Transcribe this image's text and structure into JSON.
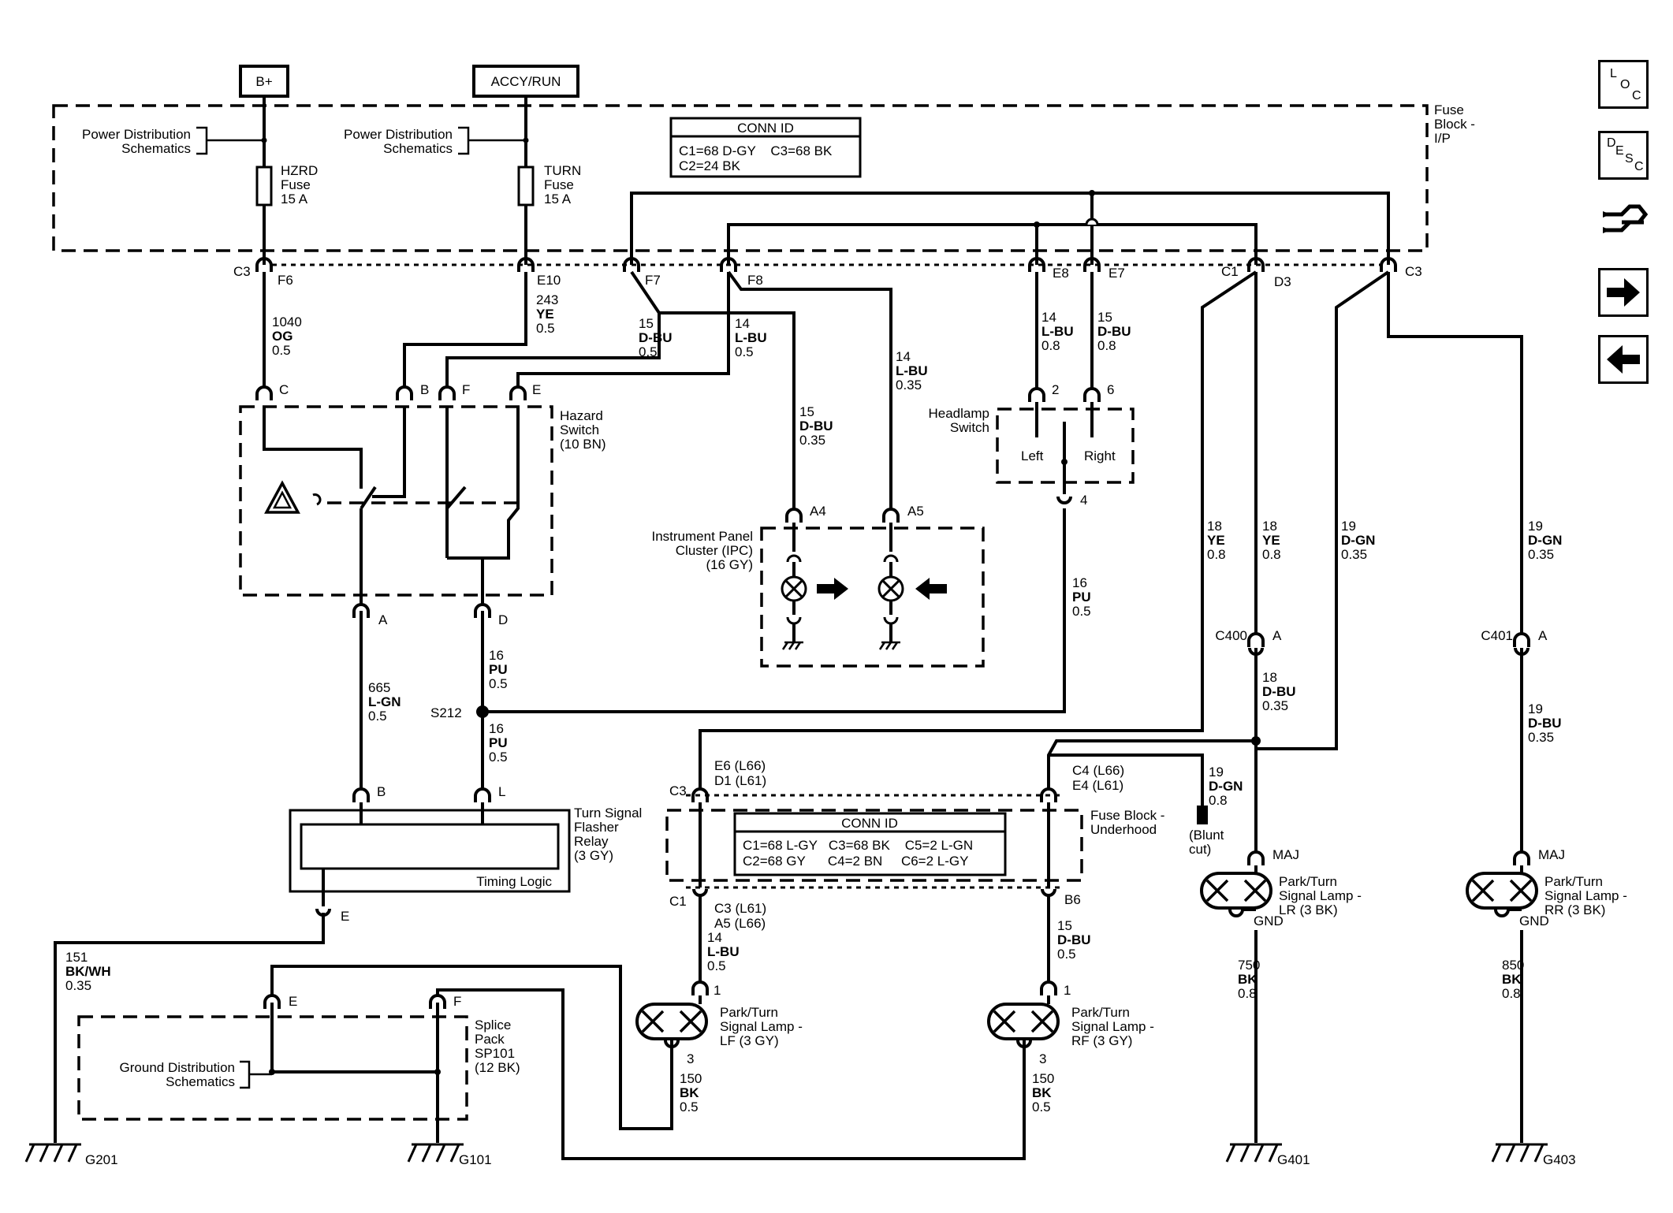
{
  "sources": {
    "bplus": "B+",
    "accy_run": "ACCY/RUN"
  },
  "fuse_block_ip": {
    "label_1": "Fuse",
    "label_2": "Block -",
    "label_3": "I/P",
    "pds_left_1": "Power Distribution",
    "pds_left_2": "Schematics",
    "pds_right_1": "Power Distribution",
    "pds_right_2": "Schematics",
    "hzrd_fuse": [
      "HZRD",
      "Fuse",
      "15 A"
    ],
    "turn_fuse": [
      "TURN",
      "Fuse",
      "15 A"
    ],
    "conn_id_title": "CONN ID",
    "conn_id_line1": "C1=68 D-GY    C3=68 BK",
    "conn_id_line2": "C2=24 BK"
  },
  "pins": {
    "c3_left": "C3",
    "f6": "F6",
    "e10": "E10",
    "f7": "F7",
    "f8": "F8",
    "e8": "E8",
    "e7": "E7",
    "c1_right": "C1",
    "d3": "D3",
    "c3_right": "C3"
  },
  "wires": {
    "w1040": [
      "1040",
      "OG",
      "0.5"
    ],
    "w243": [
      "243",
      "YE",
      "0.5"
    ],
    "w15a": [
      "15",
      "D-BU",
      "0.5"
    ],
    "w14a": [
      "14",
      "L-BU",
      "0.5"
    ],
    "w14b": [
      "14",
      "L-BU",
      "0.35"
    ],
    "w15b": [
      "15",
      "D-BU",
      "0.35"
    ],
    "w14c": [
      "14",
      "L-BU",
      "0.8"
    ],
    "w15c": [
      "15",
      "D-BU",
      "0.8"
    ],
    "w16pu_hs": [
      "16",
      "PU",
      "0.5"
    ],
    "w665": [
      "665",
      "L-GN",
      "0.5"
    ],
    "w16pu_a": [
      "16",
      "PU",
      "0.5"
    ],
    "w16pu_b": [
      "16",
      "PU",
      "0.5"
    ],
    "w18ye_a": [
      "18",
      "YE",
      "0.8"
    ],
    "w18ye_b": [
      "18",
      "YE",
      "0.8"
    ],
    "w19dgn_a": [
      "19",
      "D-GN",
      "0.35"
    ],
    "w19dgn_b": [
      "19",
      "D-GN",
      "0.35"
    ],
    "w18dbu": [
      "18",
      "D-BU",
      "0.35"
    ],
    "w19dbu": [
      "19",
      "D-BU",
      "0.35"
    ],
    "w19dgn_cut": [
      "19",
      "D-GN",
      "0.8"
    ],
    "w151": [
      "151",
      "BK/WH",
      "0.35"
    ],
    "w14lf": [
      "14",
      "L-BU",
      "0.5"
    ],
    "w15rf": [
      "15",
      "D-BU",
      "0.5"
    ],
    "w150a": [
      "150",
      "BK",
      "0.5"
    ],
    "w150b": [
      "150",
      "BK",
      "0.5"
    ],
    "w750": [
      "750",
      "BK",
      "0.8"
    ],
    "w850": [
      "850",
      "BK",
      "0.8"
    ]
  },
  "hazard_switch": {
    "label": [
      "Hazard",
      "Switch",
      "(10 BN)"
    ],
    "pin_c": "C",
    "pin_b": "B",
    "pin_f": "F",
    "pin_e": "E",
    "pin_a": "A",
    "pin_d": "D"
  },
  "ipc": {
    "label": [
      "Instrument Panel",
      "Cluster (IPC)",
      "(16 GY)"
    ],
    "pin_a4": "A4",
    "pin_a5": "A5"
  },
  "headlamp_switch": {
    "label": [
      "Headlamp",
      "Switch"
    ],
    "left": "Left",
    "right": "Right",
    "pin_2": "2",
    "pin_6": "6",
    "pin_4": "4"
  },
  "splice_s212": "S212",
  "flasher": {
    "label": [
      "Turn Signal",
      "Flasher",
      "Relay",
      "(3 GY)"
    ],
    "timing_logic": "Timing Logic",
    "pin_b": "B",
    "pin_l": "L",
    "pin_e": "E"
  },
  "fuse_block_uh": {
    "label": [
      "Fuse Block -",
      "Underhood"
    ],
    "conn_id_title": "CONN ID",
    "conn_id_line1": "C1=68 L-GY   C3=68 BK    C5=2 L-GN",
    "conn_id_line2": "C2=68 GY      C4=2 BN     C6=2 L-GY",
    "c3": "C3",
    "e6": "E6 (L66)",
    "d1": "D1 (L61)",
    "c1": "C1",
    "c3_l61": "C3 (L61)",
    "a5_l66": "A5 (L66)",
    "c4": "C4 (L66)",
    "e4": "E4 (L61)",
    "b6": "B6"
  },
  "blunt_cut": [
    "(Blunt",
    "cut)"
  ],
  "connectors": {
    "c400": "C400",
    "c400_pin": "A",
    "c401": "C401",
    "c401_pin": "A"
  },
  "lamps": {
    "lf": [
      "Park/Turn",
      "Signal Lamp -",
      "LF (3 GY)"
    ],
    "rf": [
      "Park/Turn",
      "Signal Lamp -",
      "RF (3 GY)"
    ],
    "lr": [
      "Park/Turn",
      "Signal Lamp -",
      "LR (3 BK)"
    ],
    "rr": [
      "Park/Turn",
      "Signal Lamp -",
      "RR (3 BK)"
    ],
    "pin_1": "1",
    "pin_3": "3",
    "maj": "MAJ",
    "gnd": "GND"
  },
  "splice_pack": {
    "label": [
      "Splice",
      "Pack",
      "SP101",
      "(12 BK)"
    ],
    "gds": [
      "Ground Distribution",
      "Schematics"
    ],
    "pin_e": "E",
    "pin_f": "F"
  },
  "grounds": {
    "g201": "G201",
    "g101": "G101",
    "g401": "G401",
    "g403": "G403"
  },
  "nav": {
    "loc": [
      "L",
      "O",
      "C"
    ],
    "desc": [
      "D",
      "E",
      "S",
      "C"
    ],
    "icons": [
      "harness-icon",
      "arrow-right-icon",
      "arrow-left-icon"
    ]
  }
}
